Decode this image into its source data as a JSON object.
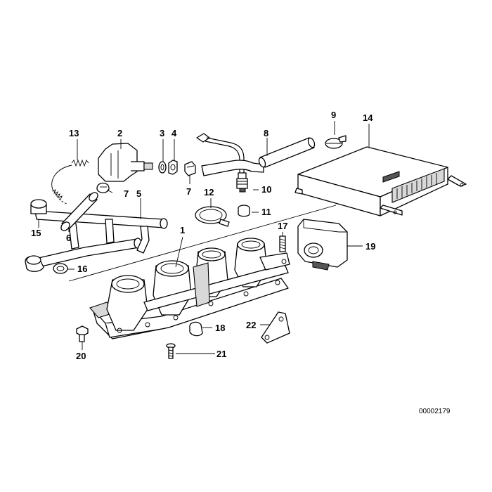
{
  "diagram": {
    "reference_number": "00002179",
    "callouts": {
      "c1": "1",
      "c2": "2",
      "c3": "3",
      "c4": "4",
      "c5": "5",
      "c6": "6",
      "c7a": "7",
      "c7b": "7",
      "c8": "8",
      "c9": "9",
      "c10": "10",
      "c11": "11",
      "c12": "12",
      "c13": "13",
      "c14": "14",
      "c15": "15",
      "c16": "16",
      "c17": "17",
      "c18": "18",
      "c19": "19",
      "c20": "20",
      "c21": "21",
      "c22": "22"
    }
  }
}
